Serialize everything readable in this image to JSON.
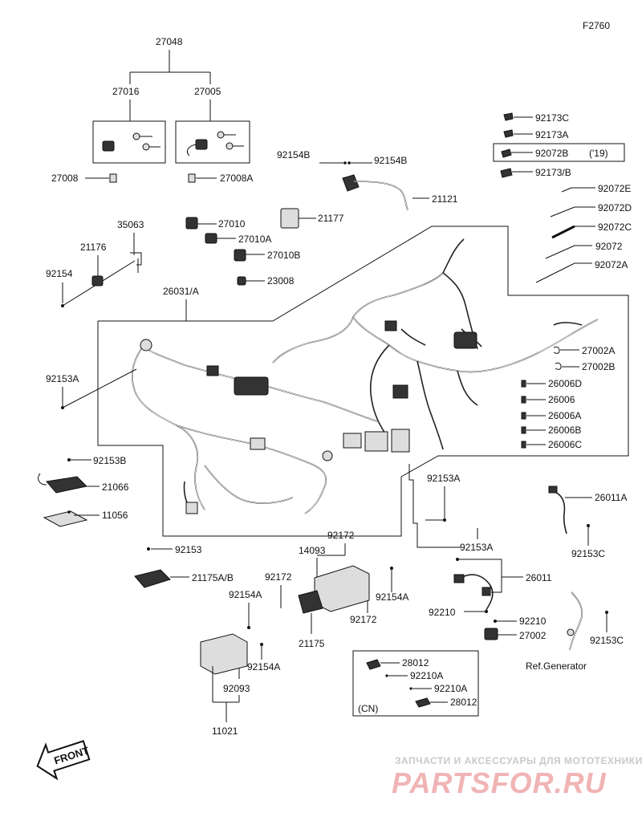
{
  "figure_code": "F2760",
  "labels": {
    "p27048": "27048",
    "p27016": "27016",
    "p27005": "27005",
    "p27008": "27008",
    "p27008A": "27008A",
    "p92154B_1": "92154B",
    "p92154B_2": "92154B",
    "p21121": "21121",
    "p21177": "21177",
    "p27010": "27010",
    "p27010A": "27010A",
    "p27010B": "27010B",
    "p23008": "23008",
    "p35063": "35063",
    "p21176": "21176",
    "p92154": "92154",
    "p26031A": "26031/A",
    "p92153A_1": "92153A",
    "p92153B": "92153B",
    "p21066": "21066",
    "p11056": "11056",
    "p92153": "92153",
    "p21175AB": "21175A/B",
    "p92154A_1": "92154A",
    "p92154A_2": "92154A",
    "p92154A_3": "92154A",
    "p92093": "92093",
    "p11021": "11021",
    "p92172_1": "92172",
    "p92172_2": "92172",
    "p92172_3": "92172",
    "p14093": "14093",
    "p21175": "21175",
    "p92153A_2": "92153A",
    "p92153A_3": "92153A",
    "p26011": "26011",
    "p26011A": "26011A",
    "p92153C_1": "92153C",
    "p92153C_2": "92153C",
    "p92210_1": "92210",
    "p92210_2": "92210",
    "p27002": "27002",
    "p28012_1": "28012",
    "p92210A_1": "92210A",
    "p92210A_2": "92210A",
    "p28012_2": "28012",
    "cn": "(CN)",
    "ref_generator": "Ref.Generator",
    "p92173C": "92173C",
    "p92173A": "92173A",
    "p92072B": "92072B",
    "p19": "('19)",
    "p92173B": "92173/B",
    "p92072E": "92072E",
    "p92072D": "92072D",
    "p92072C": "92072C",
    "p92072": "92072",
    "p92072A": "92072A",
    "p27002A": "27002A",
    "p27002B": "27002B",
    "p26006D": "26006D",
    "p26006": "26006",
    "p26006A": "26006A",
    "p26006B": "26006B",
    "p26006C": "26006C"
  },
  "front_label": "FRONT",
  "watermark": {
    "tagline": "ЗАПЧАСТИ И АКСЕССУАРЫ ДЛЯ МОТОТЕХНИКИ",
    "brand": "PARTSFOR.RU"
  },
  "colors": {
    "line": "#111111",
    "watermark_red": "#f0b4b4",
    "watermark_gray": "#c9c9c9"
  }
}
